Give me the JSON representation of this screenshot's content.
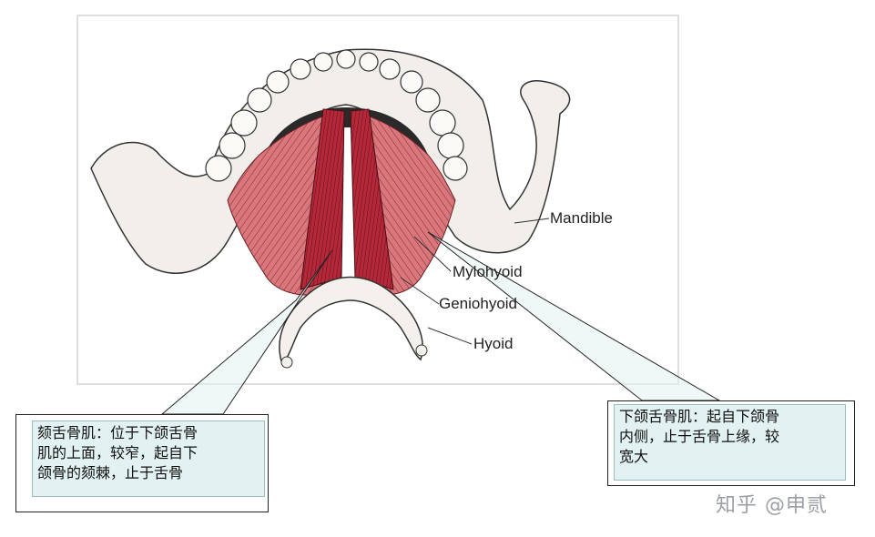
{
  "labels": {
    "mandible": "Mandible",
    "mylohyoid": "Mylohyoid",
    "geniohyoid": "Geniohyoid",
    "hyoid": "Hyoid"
  },
  "callouts": {
    "left": [
      "颏舌骨肌：位于下颌舌骨",
      "肌的上面，较窄，起自下",
      "颌骨的颏棘，止于舌骨"
    ],
    "right": [
      "下颌舌骨肌：起自下颌骨",
      "内侧，止于舌骨上缘，较",
      "宽大"
    ]
  },
  "watermark": "知乎 @申贰",
  "colors": {
    "muscle": "#d9777c",
    "muscle_dark": "#b5283a",
    "bone": "#f2efea",
    "callout_fill": "#e2f1f1"
  }
}
